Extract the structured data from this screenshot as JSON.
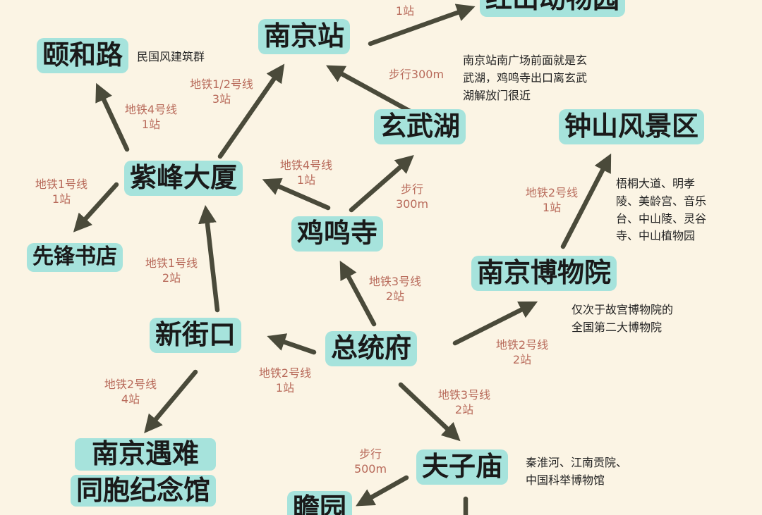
{
  "nodes": {
    "hongshan": "红山动物园",
    "nanjing_station": "南京站",
    "yihe_road": "颐和路",
    "xuanwu_lake": "玄武湖",
    "zhongshan": "钟山风景区",
    "zifeng": "紫峰大厦",
    "xianfeng": "先锋书店",
    "jiming": "鸡鸣寺",
    "museum": "南京博物院",
    "xinjiekou": "新街口",
    "presidential_palace": "总统府",
    "memorial_line1": "南京遇难",
    "memorial_line2": "同胞纪念馆",
    "fuzimiao": "夫子庙",
    "zhanyuan": "瞻园"
  },
  "edge_labels": {
    "top_partial": "1站",
    "subway12_3": {
      "line1": "地铁1/2号线",
      "line2": "3站"
    },
    "walk300_top": "步行300m",
    "subway4_yihe": {
      "line1": "地铁4号线",
      "line2": "1站"
    },
    "subway4_jiming": {
      "line1": "地铁4号线",
      "line2": "1站"
    },
    "walk300_jiming": {
      "line1": "步行",
      "line2": "300m"
    },
    "subway1_xianfeng": {
      "line1": "地铁1号线",
      "line2": "1站"
    },
    "subway2_zhongshan": {
      "line1": "地铁2号线",
      "line2": "1站"
    },
    "subway1_2": {
      "line1": "地铁1号线",
      "line2": "2站"
    },
    "subway3_jiming": {
      "line1": "地铁3号线",
      "line2": "2站"
    },
    "subway2_museum": {
      "line1": "地铁2号线",
      "line2": "2站"
    },
    "subway2_xinjiekou": {
      "line1": "地铁2号线",
      "line2": "1站"
    },
    "subway2_memorial": {
      "line1": "地铁2号线",
      "line2": "4站"
    },
    "subway3_fuzimiao": {
      "line1": "地铁3号线",
      "line2": "2站"
    },
    "walk500": {
      "line1": "步行",
      "line2": "500m"
    }
  },
  "notes": {
    "yihe": "民国风建筑群",
    "xuanwu": [
      "南京站南广场前面就是玄",
      "武湖，鸡鸣寺出口离玄武",
      "湖解放门很近"
    ],
    "zhongshan": [
      "梧桐大道、明孝",
      "陵、美龄宫、音乐",
      "台、中山陵、灵谷",
      "寺、中山植物园"
    ],
    "museum": [
      "仅次于故宫博物院的",
      "全国第二大博物院"
    ],
    "fuzimiao": [
      "秦淮河、江南贡院、",
      "中国科举博物馆"
    ]
  },
  "colors": {
    "background": "#fbf4e4",
    "node_fill": "#a6e3dc",
    "arrow": "#4a4a3a",
    "edge_label": "#b86a5a",
    "note_text": "#222222"
  }
}
